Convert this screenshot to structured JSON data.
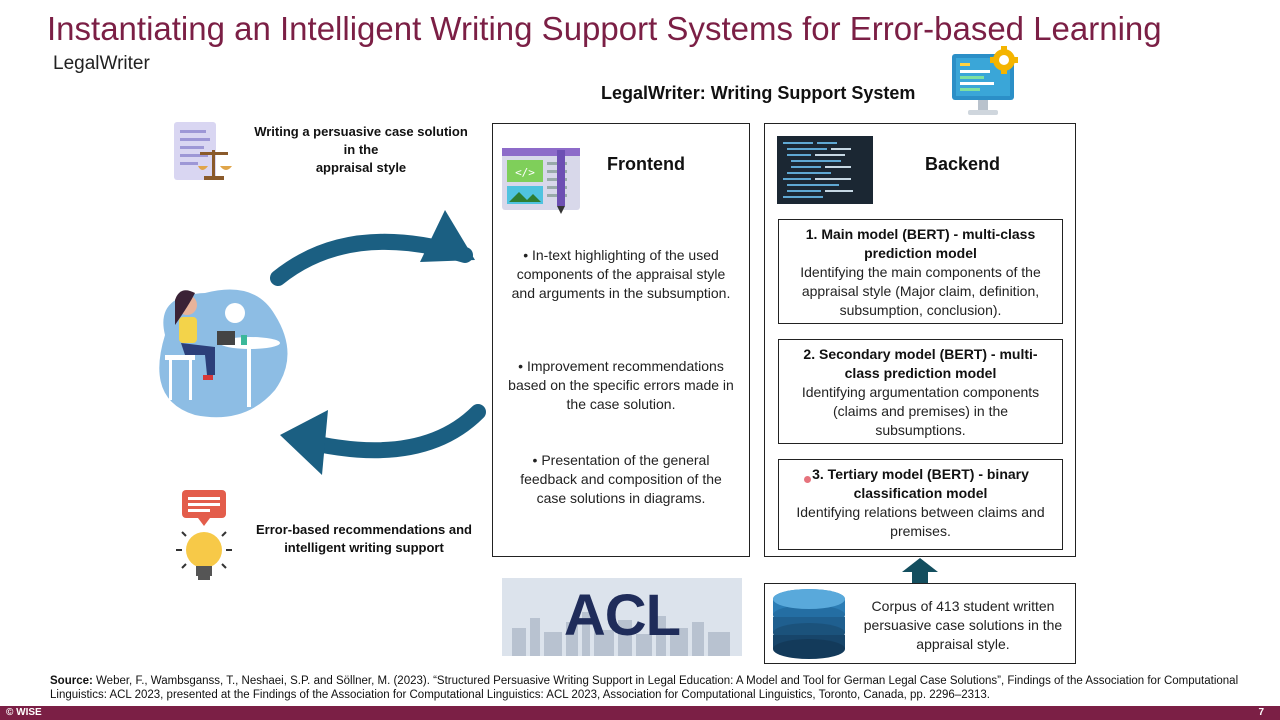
{
  "slide": {
    "title": "Instantiating an Intelligent Writing Support Systems for Error-based Learning",
    "subtitle": "LegalWriter",
    "system_title": "LegalWriter: Writing Support System"
  },
  "left": {
    "top_label_line1": "Writing a persuasive case solution",
    "top_label_line2": "in the",
    "top_label_line3": "appraisal style",
    "bottom_label_line1": "Error-based recommendations and",
    "bottom_label_line2": "intelligent writing support"
  },
  "frontend": {
    "heading": "Frontend",
    "bullets": [
      "• In-text highlighting of the used components of the appraisal style and arguments in the subsumption.",
      "• Improvement recommendations based on the specific errors made in the case solution.",
      "• Presentation of the general feedback and composition of the case solutions in diagrams."
    ]
  },
  "backend": {
    "heading": "Backend",
    "models": [
      {
        "title": "1. Main model (BERT) - multi-class prediction model",
        "text": "Identifying the main components of the appraisal style (Major claim, definition, subsumption, conclusion)."
      },
      {
        "title": "2. Secondary model (BERT) - multi-class prediction model",
        "text": "Identifying argumentation components (claims and premises) in the subsumptions."
      },
      {
        "title": "3. Tertiary model (BERT) - binary classification model",
        "text": "Identifying relations between claims and premises."
      }
    ]
  },
  "corpus": {
    "text": "Corpus of 413 student written persuasive case solutions in the appraisal style."
  },
  "acl_logo": "ACL 2023",
  "source": {
    "label": "Source:",
    "text": "Weber, F., Wambsganss, T., Neshaei, S.P. and Söllner, M. (2023). “Structured Persuasive Writing Support in Legal Education: A Model and Tool for German Legal Case Solutions”, Findings of the Association for Computational Linguistics: ACL 2023, presented at the Findings of the Association for Computational Linguistics: ACL 2023, Association for Computational Linguistics, Toronto, Canada, pp. 2296–2313."
  },
  "footer": {
    "left": "© WISE",
    "page_number": "7"
  },
  "colors": {
    "accent": "#7b1f45",
    "arrow": "#1b5f82",
    "backend_arrow": "#134e5e"
  },
  "icons": [
    "document-scales-icon",
    "student-laptop-illustration",
    "lightbulb-feedback-icon",
    "monitor-gear-icon",
    "web-design-icon",
    "code-screen-icon",
    "database-icon"
  ]
}
